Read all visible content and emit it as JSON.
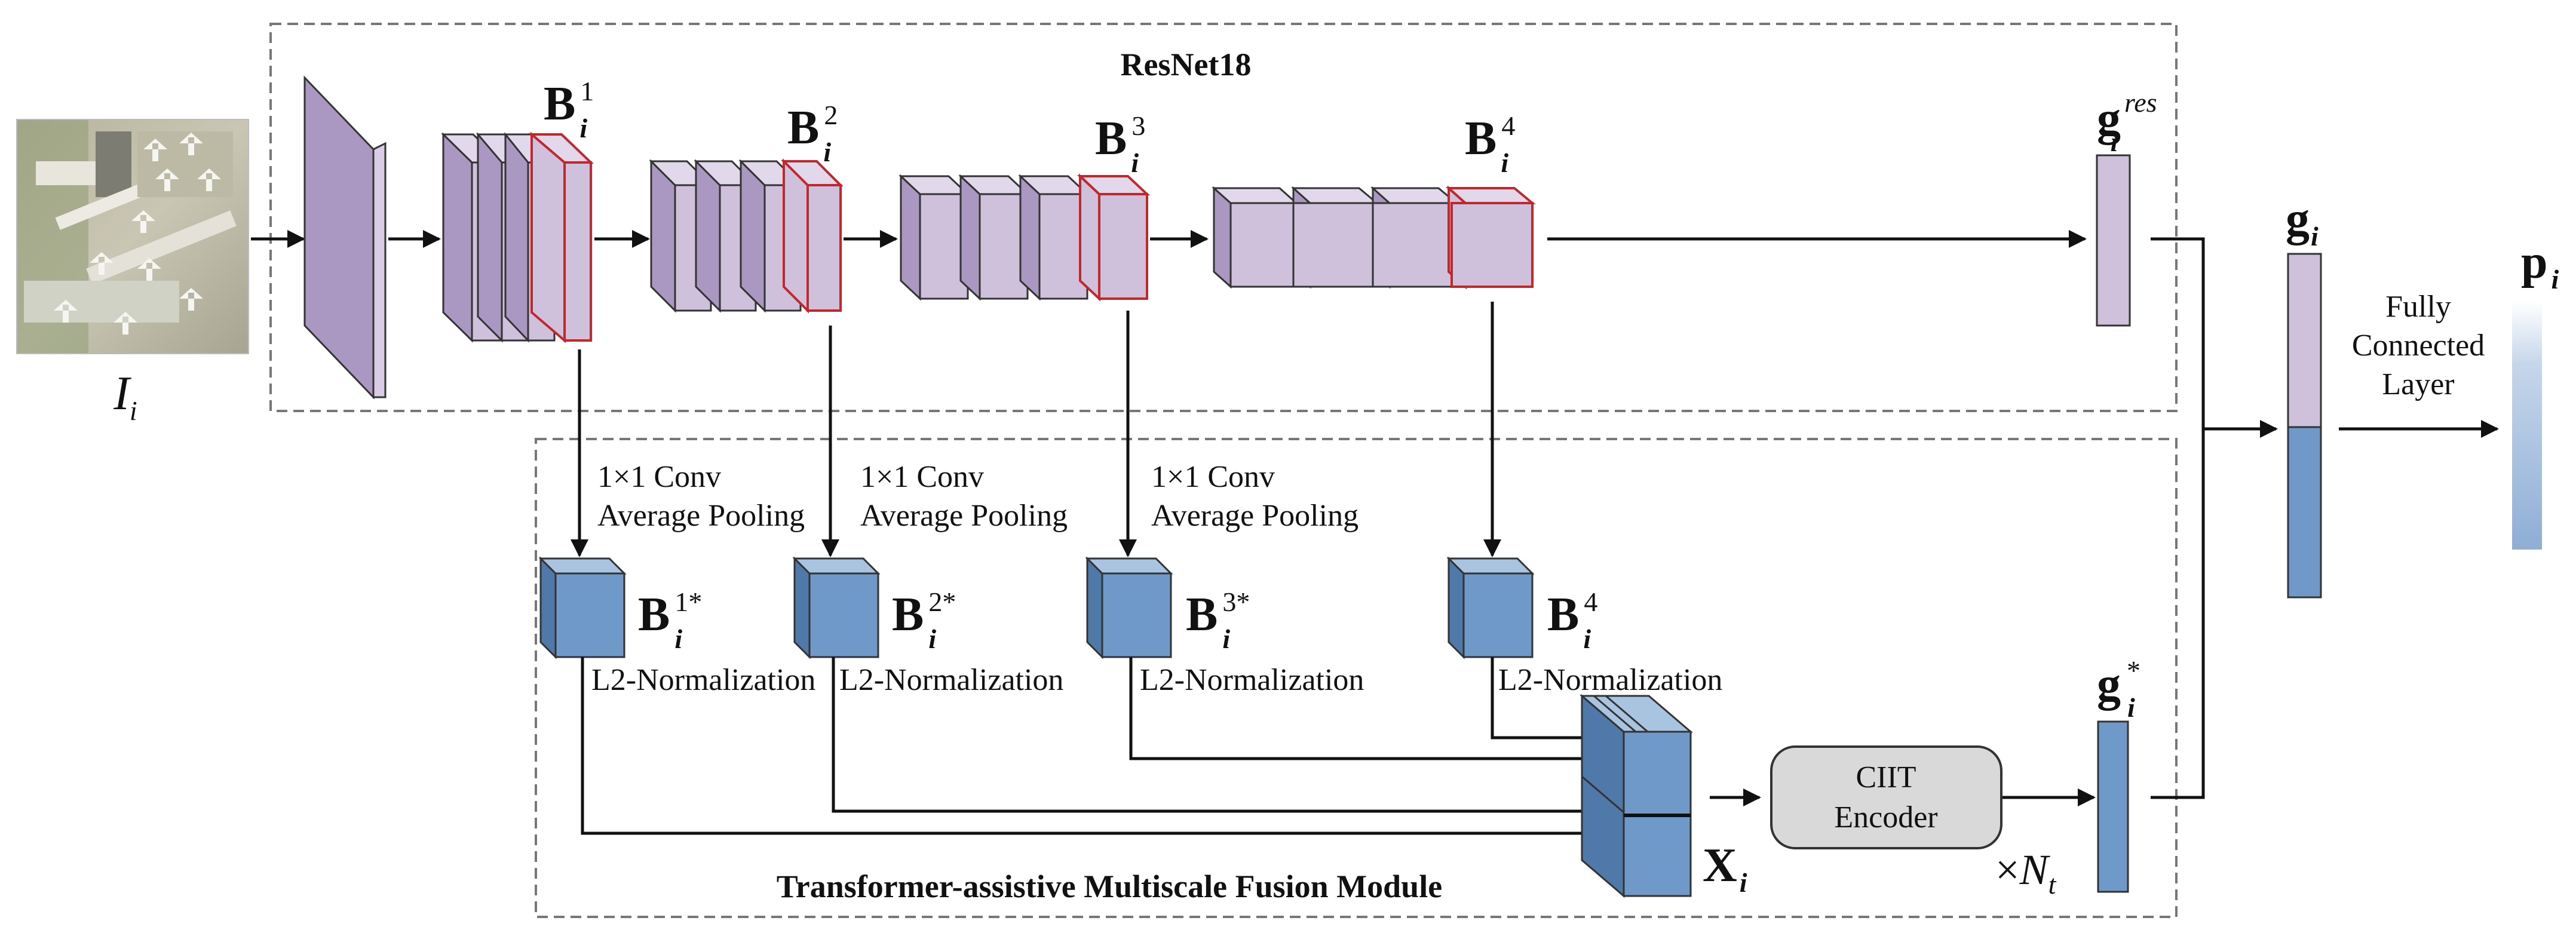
{
  "colors": {
    "purple_front": "#cfc0dc",
    "purple_side": "#a997c0",
    "purple_top": "#e2d8ec",
    "purple_stack_front": "#b3a1c7",
    "blue_front": "#6e99c8",
    "blue_side": "#4f79a8",
    "blue_top": "#a9c4e0",
    "red_outline": "#c0282d",
    "dash": "#777777",
    "line": "#111111",
    "encoder_fill": "#d9d9d9"
  },
  "input": {
    "symbol": "I",
    "subscript": "i"
  },
  "resnet": {
    "title": "ResNet18",
    "blocks": [
      {
        "name": "B",
        "sub": "i",
        "sup": "1"
      },
      {
        "name": "B",
        "sub": "i",
        "sup": "2"
      },
      {
        "name": "B",
        "sub": "i",
        "sup": "3"
      },
      {
        "name": "B",
        "sub": "i",
        "sup": "4"
      }
    ],
    "output": {
      "name": "g",
      "sub": "i",
      "sup": "res"
    }
  },
  "fusion": {
    "title": "Transformer-assistive Multiscale Fusion Module",
    "conv_line1": "1×1 Conv",
    "conv_line2": "Average Pooling",
    "norm_label": "L2-Normalization",
    "blocks": [
      {
        "name": "B",
        "sub": "i",
        "sup": "1*"
      },
      {
        "name": "B",
        "sub": "i",
        "sup": "2*"
      },
      {
        "name": "B",
        "sub": "i",
        "sup": "3*"
      },
      {
        "name": "B",
        "sub": "i",
        "sup": "4"
      }
    ],
    "stack": {
      "name": "X",
      "sub": "i"
    },
    "encoder": {
      "line1": "CIIT",
      "line2": "Encoder"
    },
    "repeat": {
      "prefix": "×",
      "symbol": "N",
      "sub": "t"
    },
    "output": {
      "name": "g",
      "sub": "i",
      "sup": "*"
    }
  },
  "concat": {
    "name": "g",
    "sub": "i"
  },
  "fc": {
    "line1": "Fully",
    "line2": "Connected",
    "line3": "Layer"
  },
  "prediction": {
    "name": "p",
    "sub": "i"
  }
}
